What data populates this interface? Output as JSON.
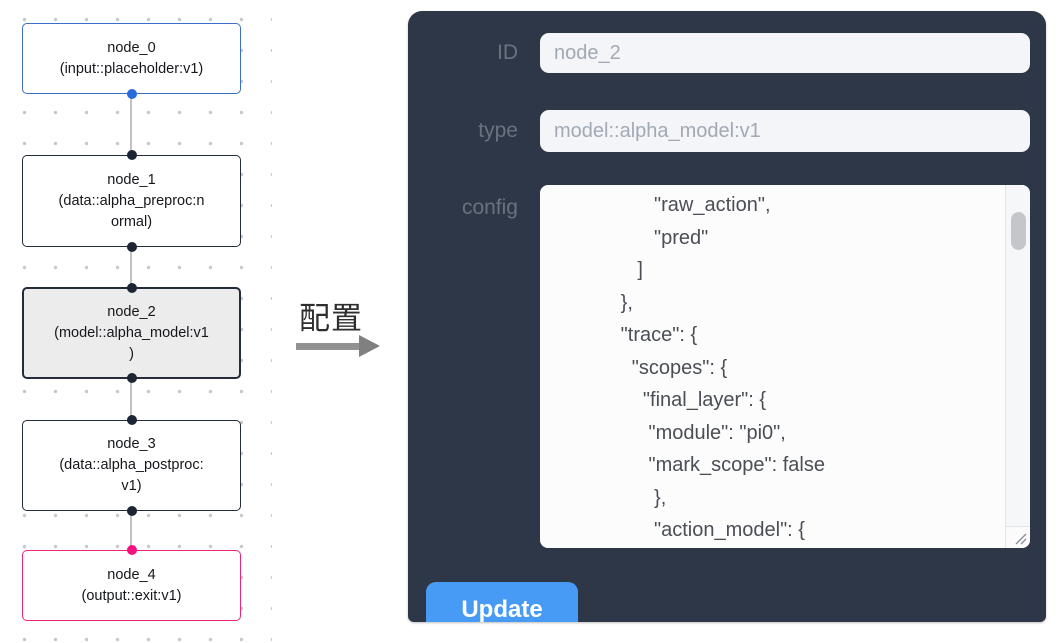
{
  "flow": {
    "nodes": [
      {
        "title": "node_0",
        "subtitle": "(input::placeholder:v1)",
        "accent": "#3d6ec5",
        "state": "input"
      },
      {
        "title": "node_1",
        "subtitle": "(data::alpha_preproc:n\normal)",
        "accent": "#242c3b",
        "state": "normal"
      },
      {
        "title": "node_2",
        "subtitle": "(model::alpha_model:v1\n)",
        "accent": "#242c3b",
        "state": "selected"
      },
      {
        "title": "node_3",
        "subtitle": "(data::alpha_postproc:\nv1)",
        "accent": "#242c3b",
        "state": "normal"
      },
      {
        "title": "node_4",
        "subtitle": "(output::exit:v1)",
        "accent": "#ec2579",
        "state": "output"
      }
    ]
  },
  "transition": {
    "label": "配置"
  },
  "panel": {
    "fields": [
      {
        "label": "ID",
        "value": "node_2"
      },
      {
        "label": "type",
        "value": "model::alpha_model:v1"
      }
    ],
    "config_label": "config",
    "config_text": "                  \"raw_action\",\n                  \"pred\"\n               ]\n            },\n            \"trace\": {\n              \"scopes\": {\n                \"final_layer\": {\n                 \"module\": \"pi0\",\n                 \"mark_scope\": false\n                  },\n                  \"action_model\": {",
    "update_label": "Update"
  },
  "colors": {
    "panel_background": "#2e3747",
    "button_blue": "#479bf5",
    "node_input_blue": "#3d6ec5",
    "node_output_pink": "#ec2579",
    "node_selected_fill": "#ececec"
  }
}
